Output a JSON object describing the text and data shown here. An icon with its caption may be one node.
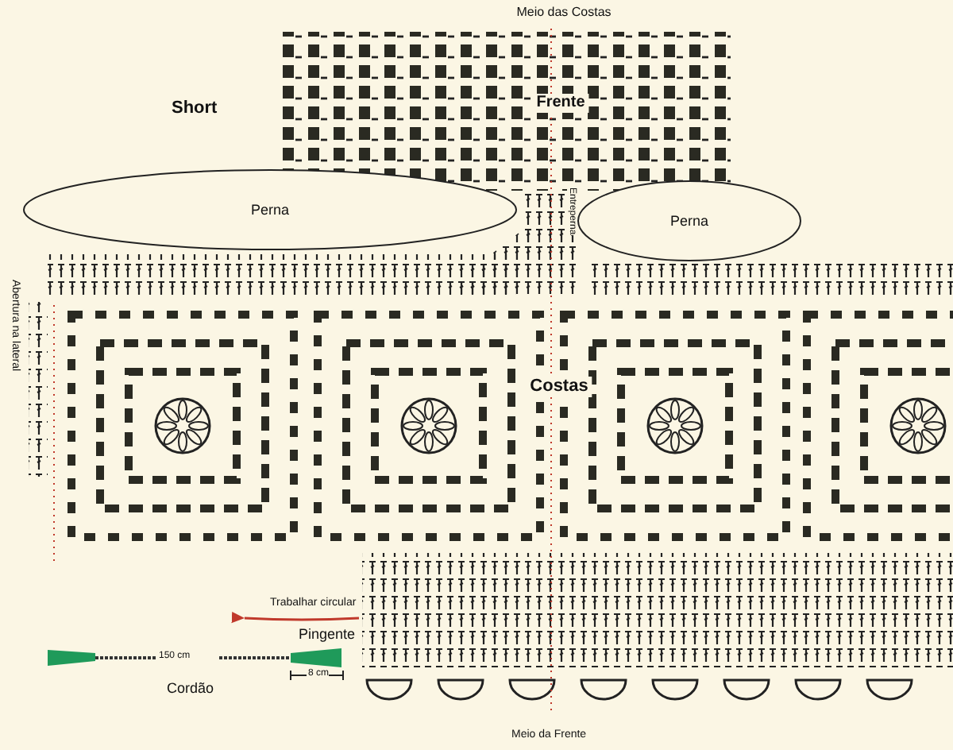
{
  "diagram": {
    "nodes": [
      {
        "text": [
          "Perna"
        ]
      },
      {
        "text": [
          "Perna"
        ]
      }
    ],
    "labels": [
      "Meio das Costas",
      "Short",
      "Frente",
      "Entreperna",
      "Abertura na lateral",
      "Costas",
      "Trabalhar circular",
      "Pingente",
      "150 cm",
      "8 cm",
      "Cordão",
      "Meio da Frente"
    ]
  }
}
